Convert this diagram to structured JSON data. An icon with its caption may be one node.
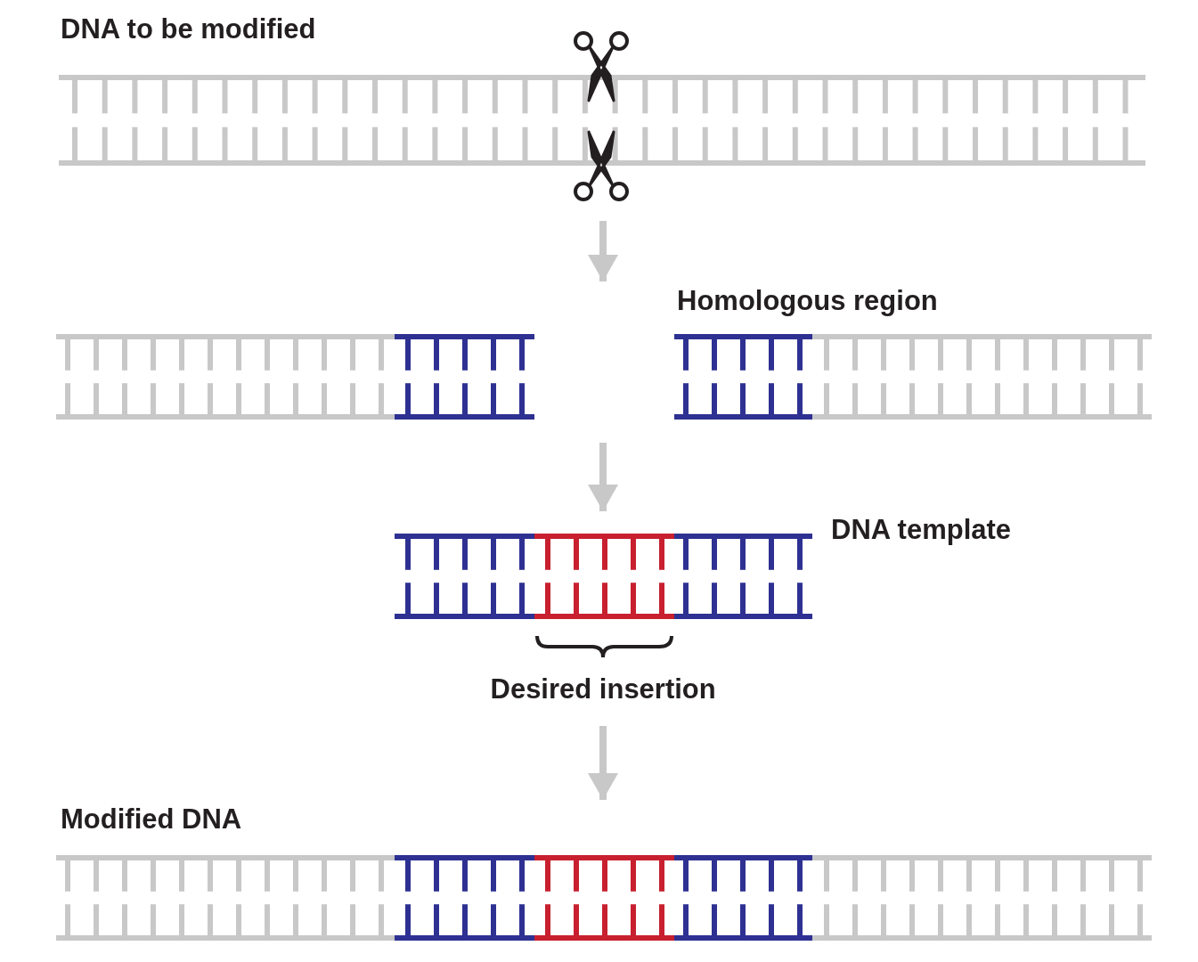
{
  "diagram": {
    "nodes": [
      {
        "text": [
          "DNA to be modified"
        ]
      },
      {
        "text": [
          "Homologous region"
        ]
      },
      {
        "text": [
          "DNA template"
        ]
      },
      {
        "text": [
          "Modified DNA"
        ]
      }
    ],
    "edges": [
      {
        "from": 0,
        "to": 1,
        "arrow": "to"
      },
      {
        "from": 1,
        "to": 2,
        "arrow": "to"
      },
      {
        "from": 2,
        "to": 3,
        "arrow": "to"
      }
    ],
    "labels": [
      "Desired insertion"
    ]
  }
}
